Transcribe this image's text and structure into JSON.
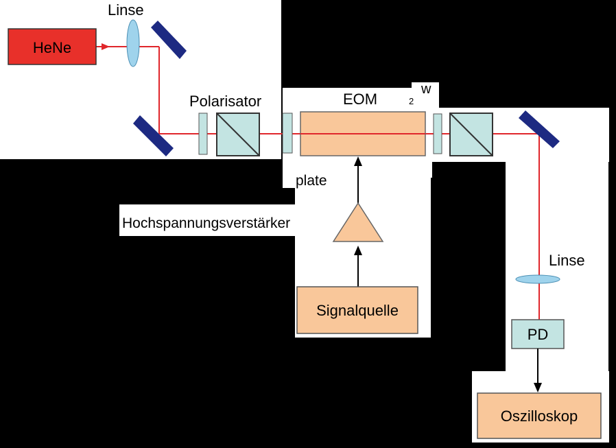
{
  "labels": {
    "lens_top": "Linse",
    "laser": "HeNe",
    "polarizer": "Polarisator",
    "eom": "EOM",
    "subscript_2": "2",
    "fragment_w": "w",
    "plate": "plate",
    "amplifier": "Hochspannungsverstärker",
    "signal_source": "Signalquelle",
    "lens_right": "Linse",
    "photodiode": "PD",
    "oscilloscope": "Oszilloskop"
  },
  "colors": {
    "background": "#000000",
    "panel": "#ffffff",
    "laser_box": "#e8302a",
    "beam": "#e0262b",
    "component_fill": "#f9c79a",
    "optic_fill": "#c3e4e2",
    "mirror": "#1d2a82",
    "lens": "#9fd3ec"
  }
}
